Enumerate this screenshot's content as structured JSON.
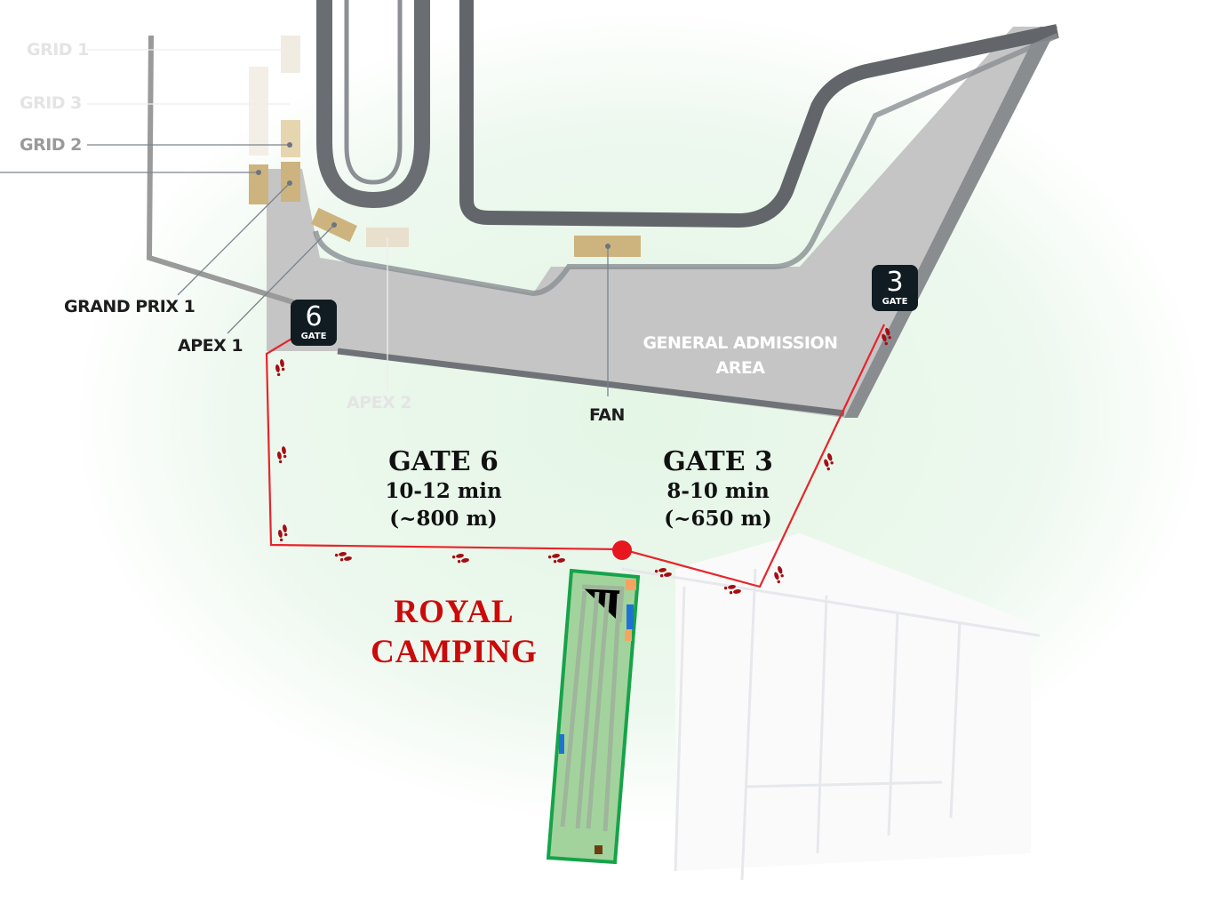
{
  "map": {
    "labels": {
      "grid1": "GRID 1",
      "grid3": "GRID 3",
      "grid2": "GRID 2",
      "grand_prix1": "GRAND PRIX 1",
      "apex1": "APEX 1",
      "apex2": "APEX 2",
      "fan": "FAN",
      "general_admission_line1": "GENERAL ADMISSION",
      "general_admission_line2": "AREA"
    },
    "gates": [
      {
        "number": "6",
        "label": "GATE"
      },
      {
        "number": "3",
        "label": "GATE"
      }
    ],
    "routes": [
      {
        "title": "GATE 6",
        "time": "10-12 min",
        "distance": "(~800 m)"
      },
      {
        "title": "GATE 3",
        "time": "8-10 min",
        "distance": "(~650 m)"
      }
    ],
    "camping": {
      "line1": "ROYAL",
      "line2": "CAMPING"
    },
    "colors": {
      "route": "#e8242a",
      "footprints": "#a50d12",
      "camping_fill": "#a3d39c",
      "camping_border": "#16a34a",
      "camping_label": "#cc0a0a",
      "track": "#5f6469",
      "admission_area": "#bdbdbd",
      "gate_badge": "#101c22",
      "grandstand": "#cdb47e"
    },
    "icons": [
      "footprints-icon",
      "location-dot-icon"
    ]
  }
}
